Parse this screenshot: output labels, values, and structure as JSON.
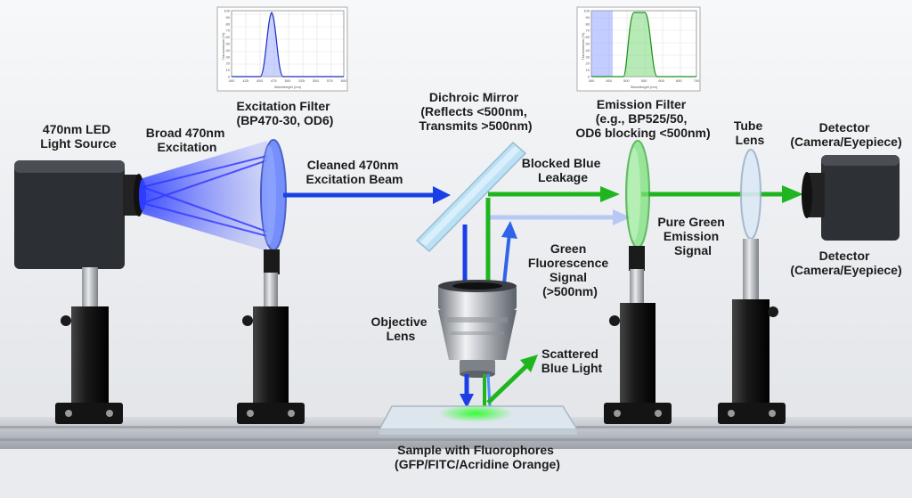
{
  "labels": {
    "led": [
      "470nm LED",
      "Light Source"
    ],
    "broad": [
      "Broad 470nm",
      "Excitation"
    ],
    "exfilter": [
      "Excitation Filter",
      "(BP470-30, OD6)"
    ],
    "cleaned": [
      "Cleaned 470nm",
      "Excitation Beam"
    ],
    "dichroic": [
      "Dichroic Mirror",
      "(Reflects <500nm,",
      "Transmits >500nm)"
    ],
    "blocked": [
      "Blocked Blue",
      "Leakage"
    ],
    "emfilter": [
      "Emission Filter",
      "(e.g., BP525/50,",
      "OD6 blocking <500nm)"
    ],
    "tubelens": [
      "Tube",
      "Lens"
    ],
    "detector_top": [
      "Detector",
      "(Camera/Eyepiece)"
    ],
    "detector_bottom": [
      "Detector",
      "(Camera/Eyepiece)"
    ],
    "puregreen": [
      "Pure Green",
      "Emission",
      "Signal"
    ],
    "greenfluor": [
      "Green",
      "Fluorescence",
      "Signal",
      "(>500nm)"
    ],
    "objective": [
      "Objective",
      "Lens"
    ],
    "scattered": [
      "Scattered",
      "Blue Light"
    ],
    "sample": [
      "Sample with Fluorophores",
      "(GFP/FITC/Acridine Orange)"
    ]
  },
  "plot_excitation": {
    "ylabel": "Transmission (%)",
    "xlabel": "Wavelength (nm)",
    "yticks": [
      "100",
      "90",
      "80",
      "70",
      "60",
      "50",
      "40",
      "30",
      "20",
      "10",
      "0"
    ],
    "xticks": [
      "400",
      "425",
      "450",
      "475",
      "500",
      "525",
      "550",
      "575",
      "600"
    ]
  },
  "plot_emission": {
    "ylabel": "Transmission (%)",
    "xlabel": "Wavelength (nm)",
    "yticks": [
      "100",
      "90",
      "80",
      "70",
      "60",
      "50",
      "40",
      "30",
      "20",
      "10",
      "0"
    ],
    "xticks": [
      "400",
      "450",
      "500",
      "550",
      "600",
      "650",
      "700"
    ]
  },
  "colors": {
    "blue_beam": "#1a3fe6",
    "green_beam": "#1fb51f",
    "pale_blue": "#b8c8f5",
    "post": "#1e1e1e",
    "rail": "#c4c8ce"
  }
}
